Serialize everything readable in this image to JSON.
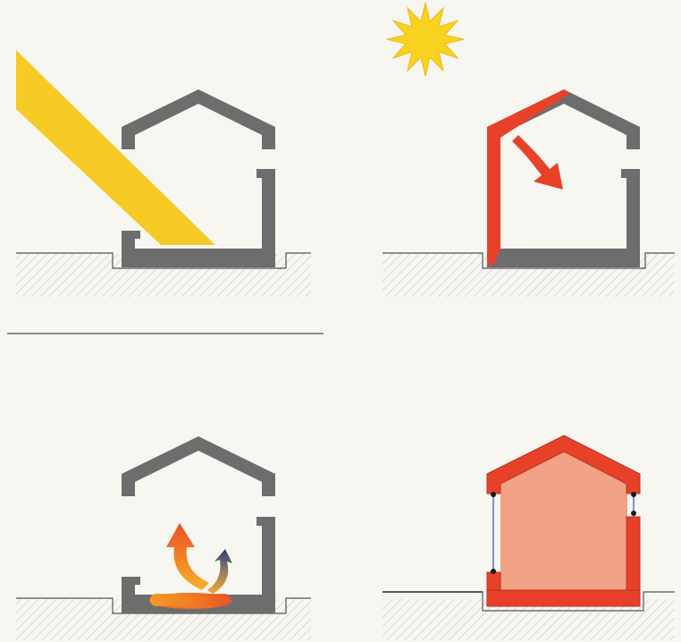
{
  "figure": {
    "panels": [
      {
        "id": "direct-gain",
        "elements": [
          "sun-rays",
          "house-section",
          "ground"
        ]
      },
      {
        "id": "wall-absorption",
        "elements": [
          "sun",
          "heated-wall",
          "heat-arrow",
          "house-section",
          "ground"
        ]
      },
      {
        "id": "floor-release",
        "elements": [
          "heated-floor-slab",
          "rising-heat-arrow",
          "house-section",
          "ground"
        ]
      },
      {
        "id": "warm-interior",
        "elements": [
          "insulated-envelope",
          "warm-interior-fill",
          "window-closed",
          "ground"
        ]
      }
    ],
    "colors": {
      "background": "#f7f6f1",
      "wall": "#6e6d6d",
      "sunlight": "#f6c81c",
      "sun": "#f8d21e",
      "heat": "#e8412a",
      "warm_interior": "#f2a285",
      "ground_hatch": "#c9c8c3",
      "divider": "#6a6a6a"
    }
  }
}
